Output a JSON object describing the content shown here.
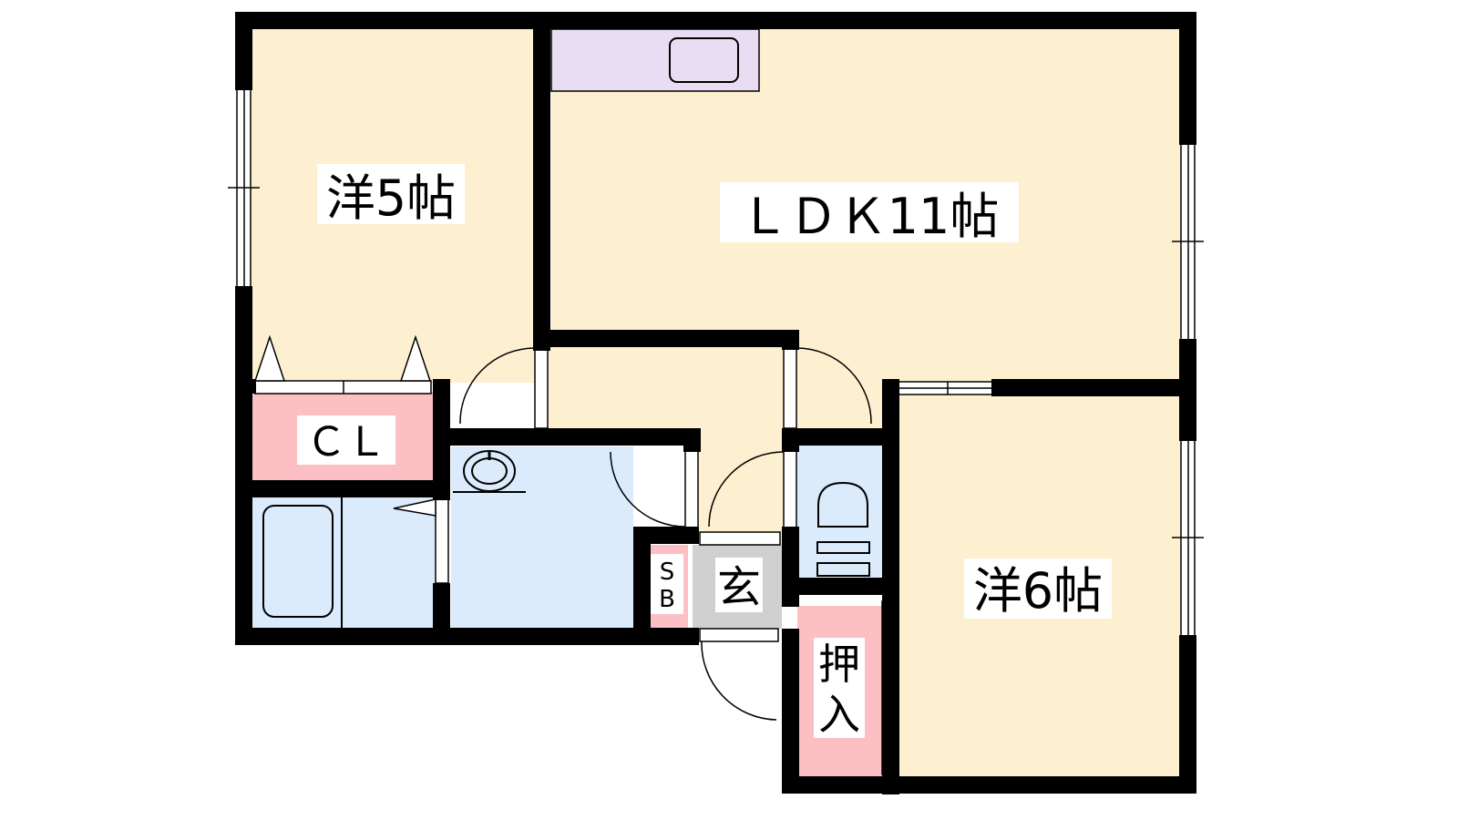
{
  "colors": {
    "living_floor": "#fdf0d0",
    "wet_area": "#dcebfb",
    "storage": "#fbbfc4",
    "kitchen_counter": "#e9ddf3",
    "entrance": "#d0d0d0",
    "wall": "#000000"
  },
  "rooms": {
    "western_5": "洋5帖",
    "ldk": "ＬＤＫ11帖",
    "western_6": "洋6帖",
    "closet": "ＣＬ",
    "shoe_box_line1": "S",
    "shoe_box_line2": "B",
    "entrance": "玄",
    "oshiire_line1": "押",
    "oshiire_line2": "入"
  }
}
